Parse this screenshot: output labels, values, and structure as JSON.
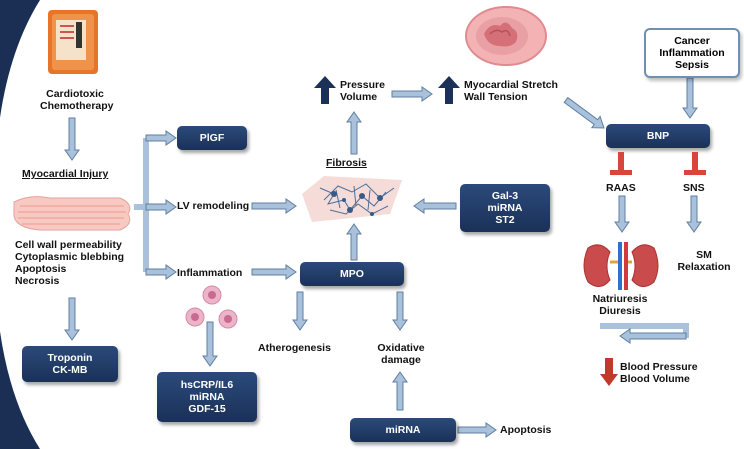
{
  "left": {
    "chemo_label": "Cardiotoxic\nChemotherapy",
    "injury_label": "Myocardial Injury",
    "injury_list": [
      "Cell wall permeability",
      "Cytoplasmic blebbing",
      "Apoptosis",
      "Necrosis"
    ]
  },
  "boxes": {
    "pigf": [
      "PlGF"
    ],
    "troponin": [
      "Troponin",
      "CK-MB"
    ],
    "hscrp": [
      "hsCRP/IL6",
      "miRNA",
      "GDF-15"
    ],
    "mpo": [
      "MPO"
    ],
    "gal3": [
      "Gal-3",
      "miRNA",
      "ST2"
    ],
    "mirna_bottom": [
      "miRNA"
    ],
    "bnp": [
      "BNP"
    ],
    "cancer": [
      "Cancer",
      "Inflammation",
      "Sepsis"
    ]
  },
  "labels": {
    "lv_remodeling": "LV remodeling",
    "inflammation": "Inflammation",
    "fibrosis": "Fibrosis",
    "pressure_volume": "Pressure\nVolume",
    "stretch": "Myocardial Stretch\nWall Tension",
    "atherogenesis": "Atherogenesis",
    "oxidative": "Oxidative\ndamage",
    "apoptosis_right": "Apoptosis",
    "raas": "RAAS",
    "sns": "SNS",
    "sm_relax": "SM\nRelaxation",
    "natriuresis": "Natriuresis\nDiuresis",
    "blood": "Blood Pressure\nBlood Volume"
  },
  "icons": {
    "chemo": "chemotherapy-bag-icon",
    "myocyte": "myocyte-fiber-icon",
    "heart": "heart-cross-section-icon",
    "fibrosis": "fibrosis-network-icon",
    "cells": "inflammatory-cells-icon",
    "kidneys": "kidneys-icon",
    "up_arrow": "up-arrow-icon",
    "down_arrow": "down-arrow-icon",
    "inhibit": "inhibition-t-icon"
  },
  "colors": {
    "box": "#1f3a66",
    "arrow": "#a9c1db",
    "arrow_stroke": "#5f7fa3",
    "red": "#c0392b"
  }
}
